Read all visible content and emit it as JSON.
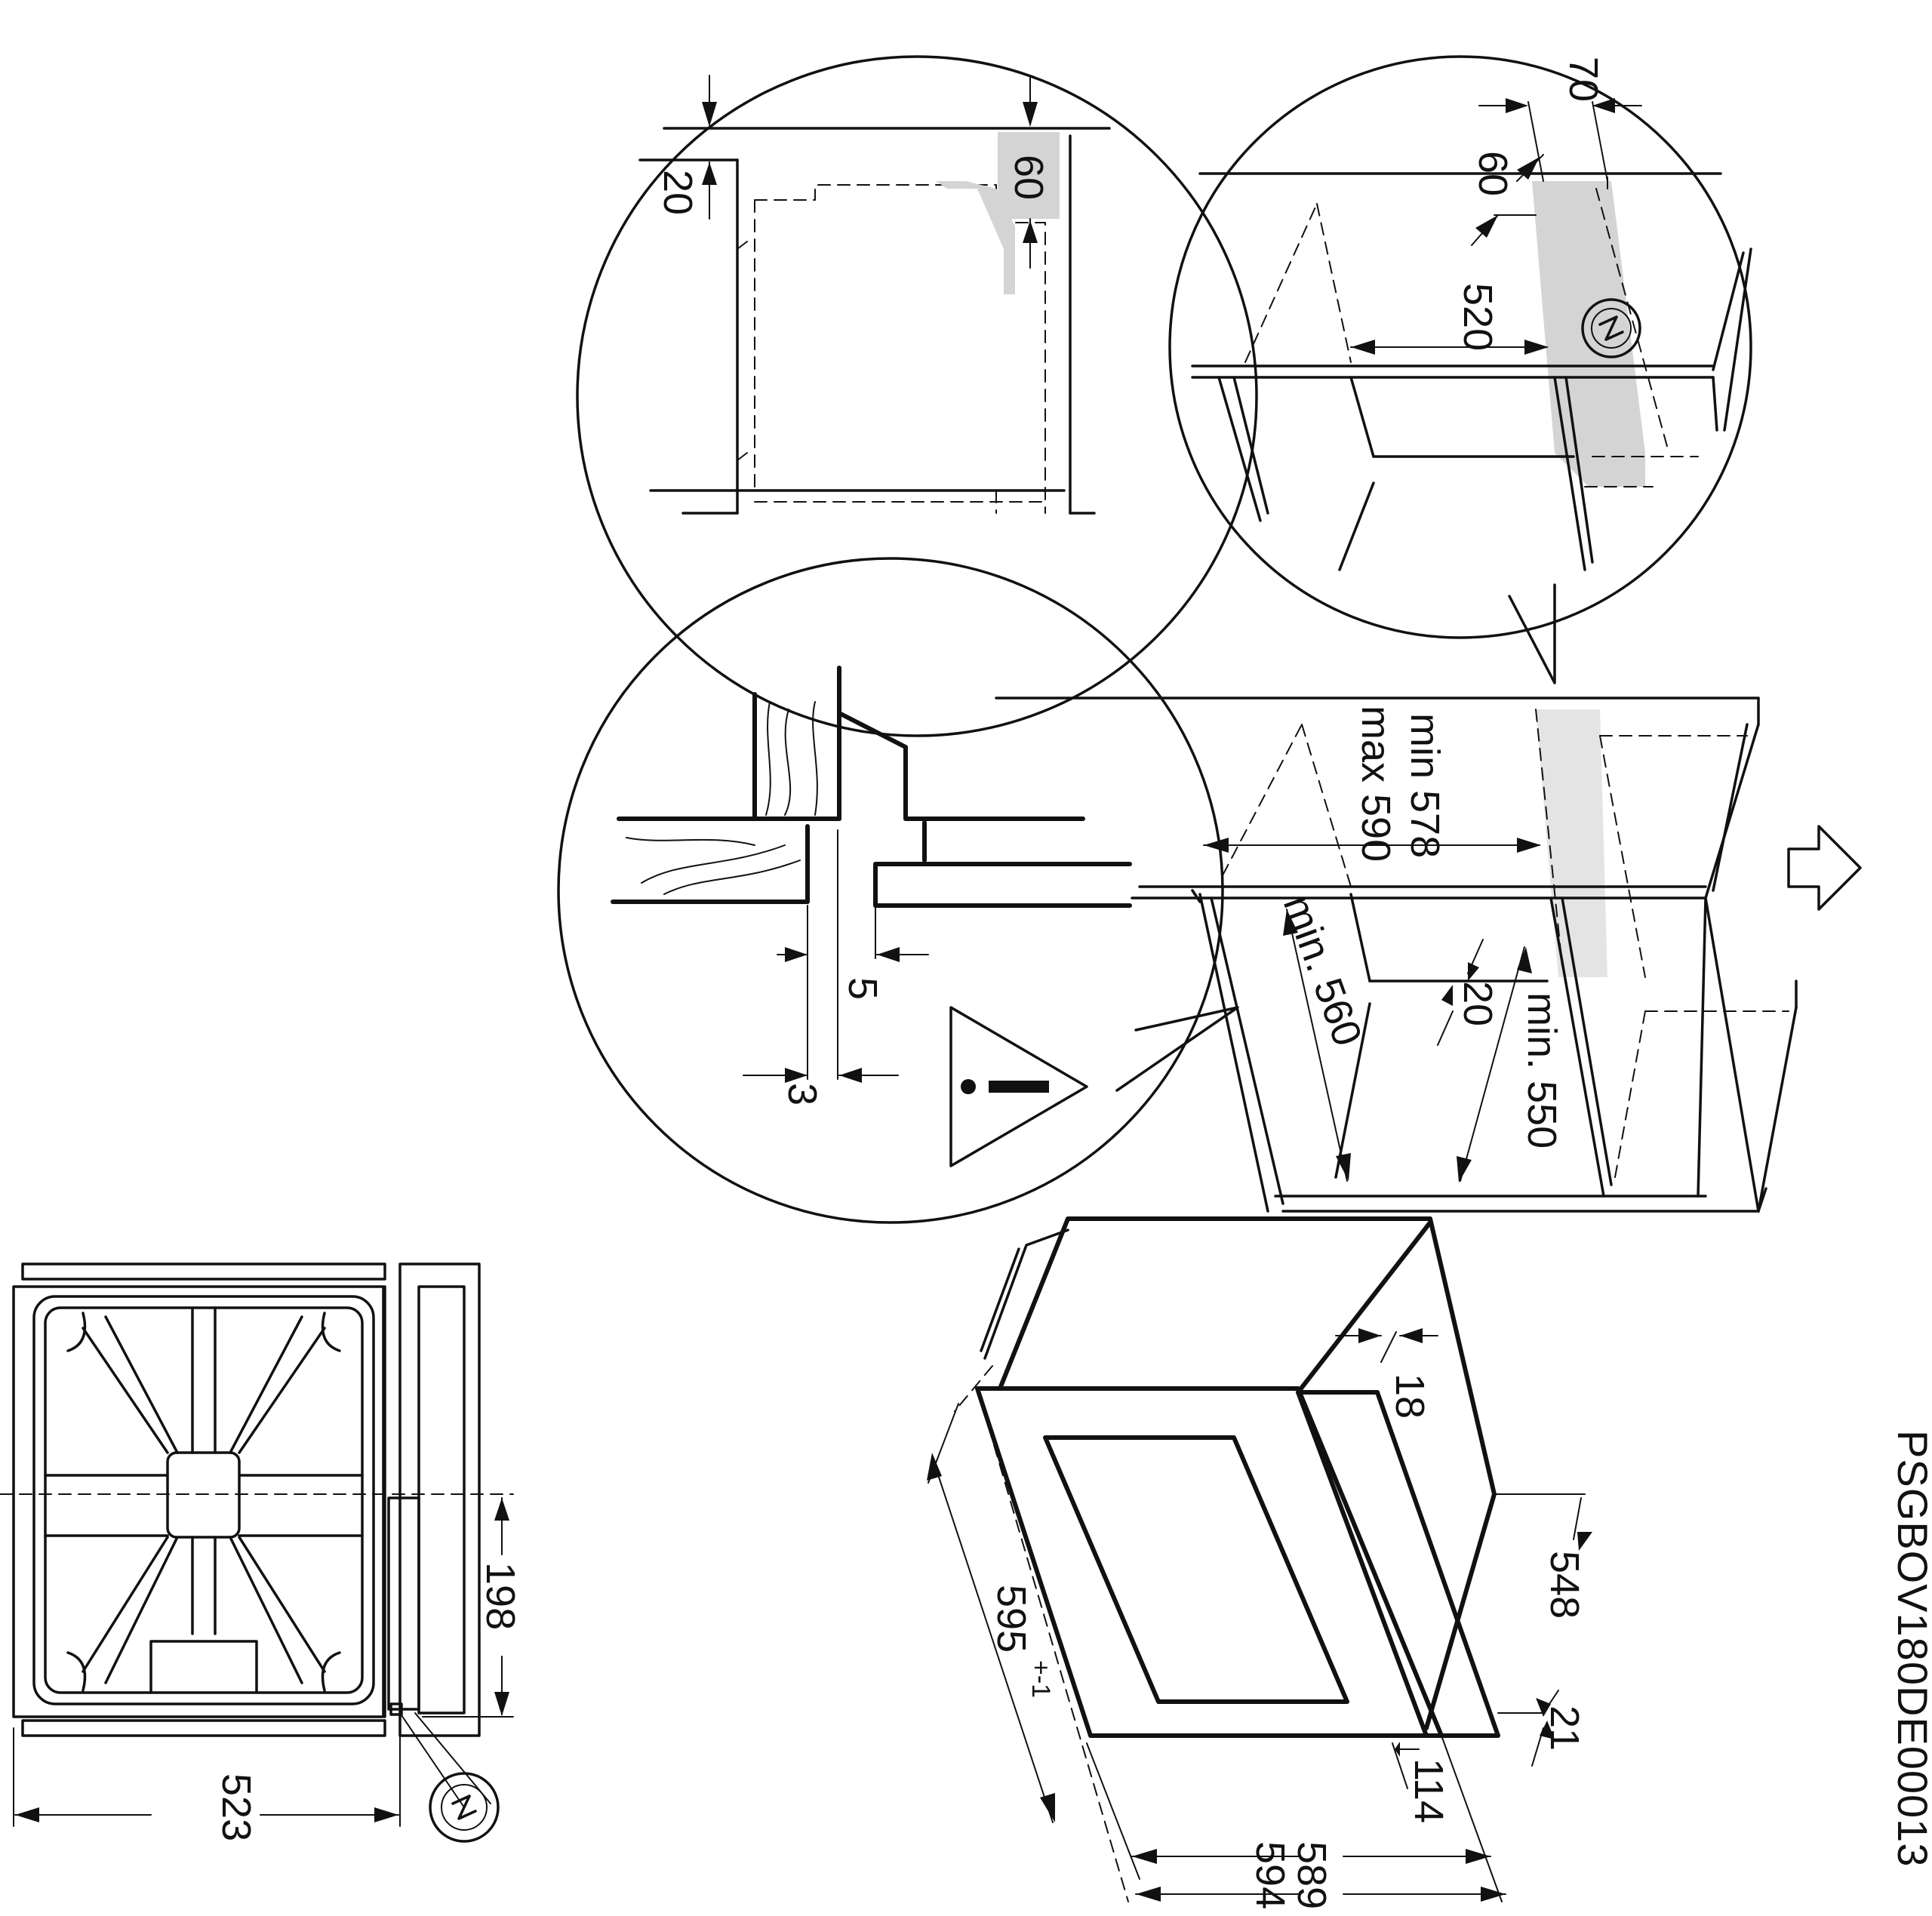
{
  "drawing_code": "PSGBOV180DE00013",
  "detail_top_left": {
    "dim_60": "60",
    "dim_20": "20"
  },
  "detail_top_right": {
    "dim_70": "70",
    "dim_60": "60",
    "dim_520": "520"
  },
  "detail_middle": {
    "dim_5": "5",
    "dim_3": "3"
  },
  "cabinet": {
    "dim_min_578": "min 578",
    "dim_max_590": "max 590",
    "dim_min_560": "min. 560",
    "dim_20": "20",
    "dim_min_550": "min. 550"
  },
  "oven": {
    "dim_18": "18",
    "dim_548": "548",
    "dim_21": "21",
    "dim_114": "114",
    "dim_589": "589",
    "dim_594": "594",
    "dim_595": "595",
    "dim_595_tol": "+-1"
  },
  "oven_top_view": {
    "dim_198": "198",
    "dim_523": "523"
  },
  "icons": {
    "electric": "electric-connection-icon",
    "warning": "warning-icon",
    "airflow": "airflow-arrow-icon"
  }
}
